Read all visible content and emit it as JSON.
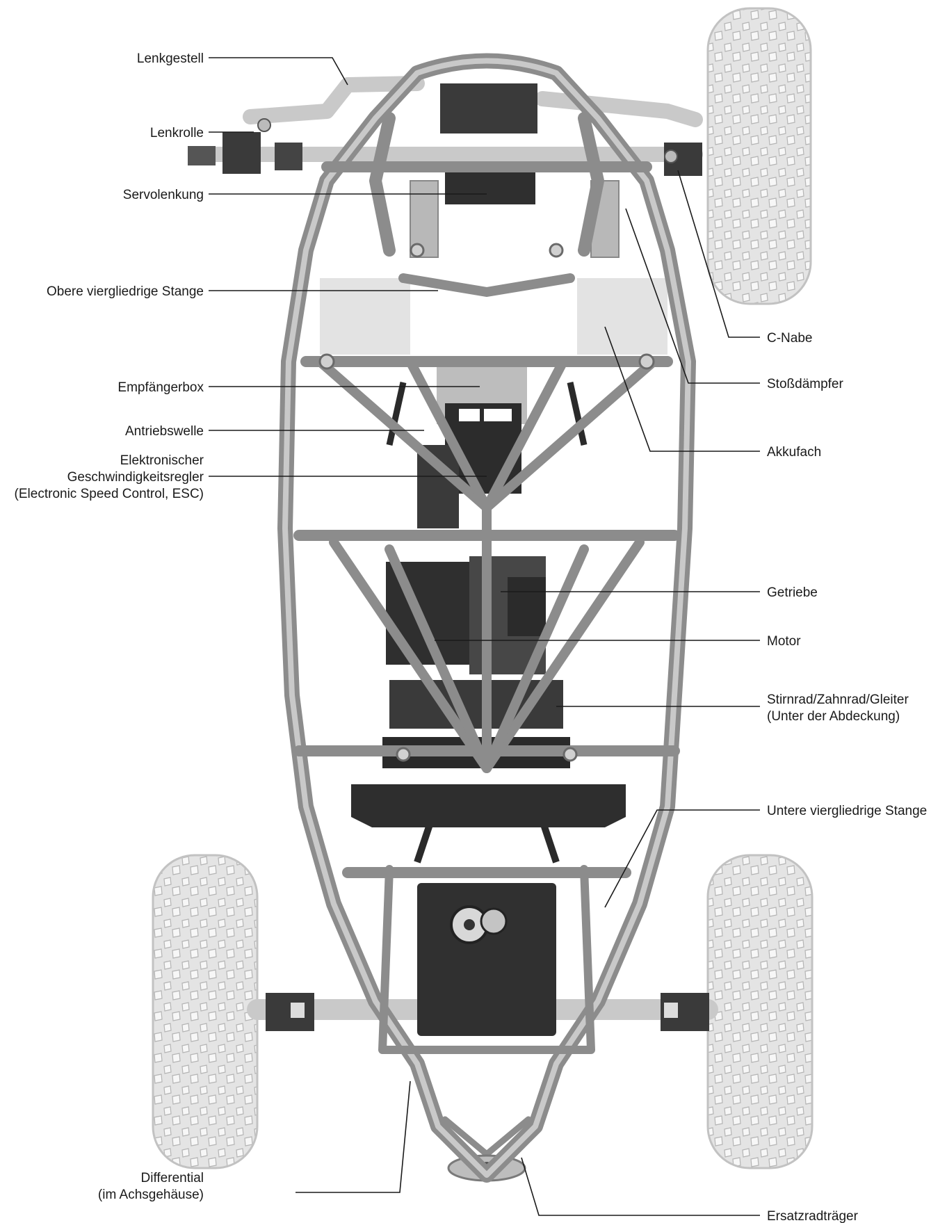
{
  "labels": {
    "lenkgestell": "Lenkgestell",
    "lenkrolle": "Lenkrolle",
    "servolenkung": "Servolenkung",
    "obere_stange": "Obere viergliedrige Stange",
    "empfaengerbox": "Empfängerbox",
    "antriebswelle": "Antriebswelle",
    "esc_1": "Elektronischer",
    "esc_2": "Geschwindigkeitsregler",
    "esc_3": "(Electronic Speed Control, ESC)",
    "differential_1": "Differential",
    "differential_2": "(im Achsgehäuse)",
    "c_nabe": "C-Nabe",
    "stossdaempfer": "Stoßdämpfer",
    "akkufach": "Akkufach",
    "getriebe": "Getriebe",
    "motor": "Motor",
    "stirnrad_1": "Stirnrad/Zahnrad/Gleiter",
    "stirnrad_2": "(Unter der Abdeckung)",
    "untere_stange": "Untere viergliedrige Stange",
    "ersatzradtraeger": "Ersatzradträger"
  },
  "colors": {
    "frame": "#8c8c8c",
    "tire": "#d9d9d9",
    "dark_parts": "#333333",
    "text": "#1a1a1a"
  }
}
